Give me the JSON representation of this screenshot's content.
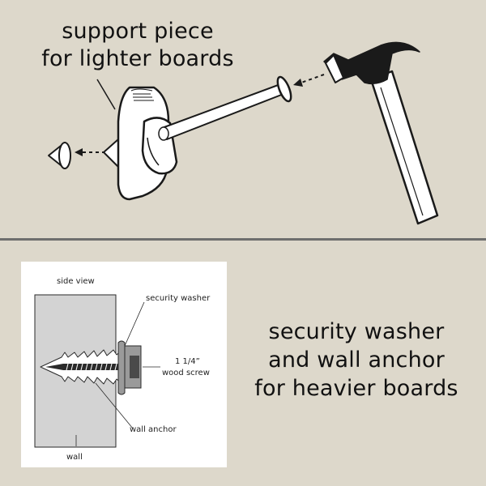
{
  "top": {
    "caption_line1": "support piece",
    "caption_line2": "for lighter boards"
  },
  "bottom": {
    "caption_line1": "security washer",
    "caption_line2": "and wall anchor",
    "caption_line3": "for heavier boards",
    "diagram": {
      "side_view": "side view",
      "security_washer": "security washer",
      "screw_size": "1 1/4”",
      "screw_name": "wood screw",
      "wall_anchor": "wall anchor",
      "wall": "wall"
    }
  },
  "colors": {
    "background": "#ddd8cb",
    "divider": "#6e6e6e",
    "wall_fill": "#d3d3d3",
    "washer_fill": "#9a9a9a",
    "outline": "#1a1a1a"
  },
  "icons": [
    "hammer-icon",
    "nail-icon",
    "support-piece-icon",
    "cone-tip-icon",
    "screw-icon",
    "wall-anchor-icon",
    "security-washer-icon"
  ]
}
